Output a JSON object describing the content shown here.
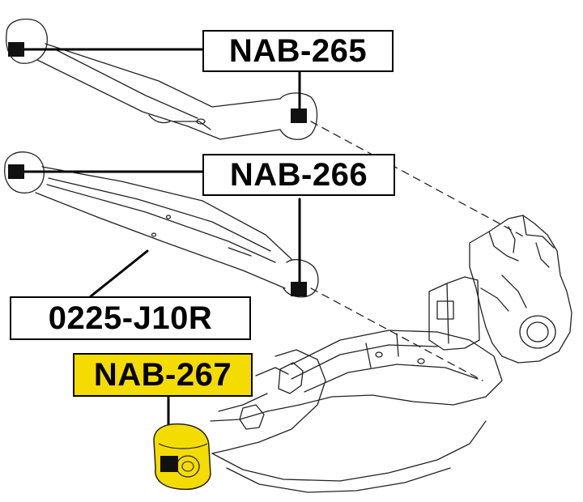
{
  "labels": {
    "nab265": "NAB-265",
    "nab266": "NAB-266",
    "part0225": "0225-J10R",
    "nab267": "NAB-267"
  },
  "colors": {
    "highlight": "#f5dc00",
    "line": "#000000",
    "bushing_fill": "#f5dc00"
  }
}
